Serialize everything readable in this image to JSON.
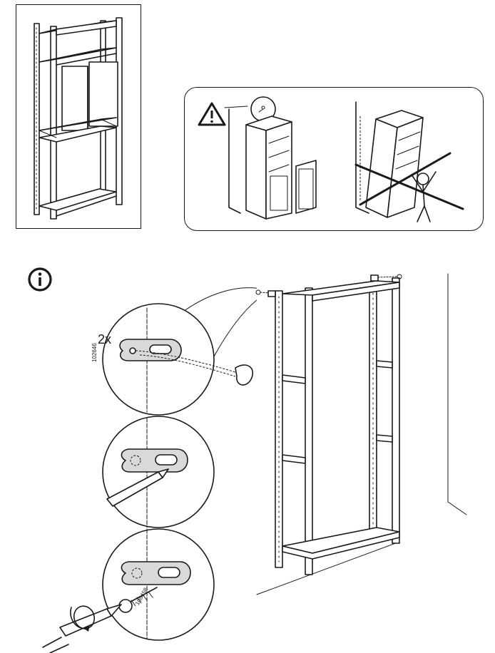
{
  "product_frame": {
    "icon": "shelf-unit-doors-illustration"
  },
  "warning_panel": {
    "icon": "warning-triangle-icon",
    "allowed_scene": "cabinet-against-wall-illustration",
    "forbidden_scene": "cabinet-tipping-crossed-out-illustration"
  },
  "info": {
    "icon": "info-circle-icon"
  },
  "wall_fix": {
    "quantity": "2x",
    "bracket_part_number": "102646",
    "screw_part_number": "108458"
  }
}
